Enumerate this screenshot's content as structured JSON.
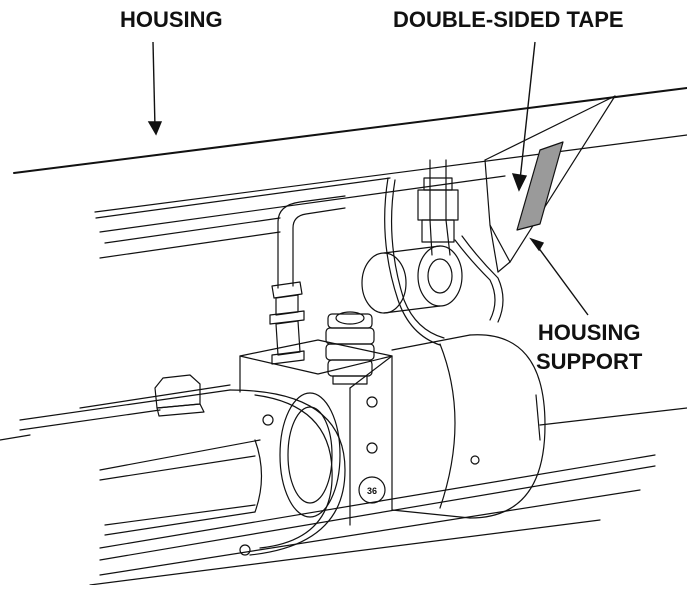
{
  "diagram": {
    "callouts": {
      "housing": "HOUSING",
      "double_sided_tape": "DOUBLE-SIDED TAPE",
      "housing_support_line1": "HOUSING",
      "housing_support_line2": "SUPPORT"
    },
    "colors": {
      "ink": "#111111",
      "tape_fill": "#9a9a9a",
      "background": "#ffffff"
    },
    "parts": {
      "motor_face_marking": "36"
    }
  }
}
